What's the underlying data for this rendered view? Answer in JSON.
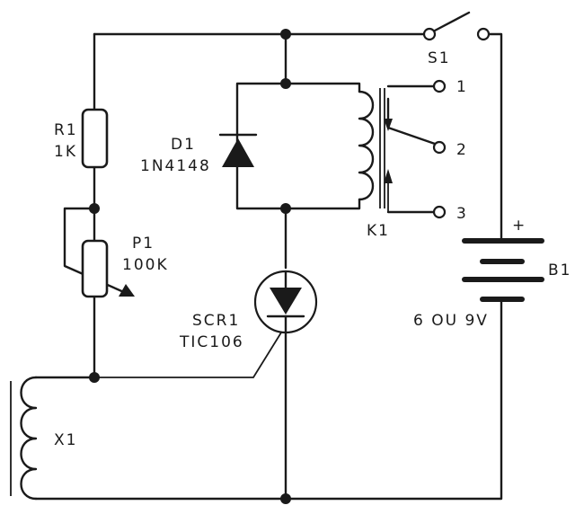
{
  "labels": {
    "r1_name": "R1",
    "r1_value": "1K",
    "p1_name": "P1",
    "p1_value": "100K",
    "d1_name": "D1",
    "d1_value": "1N4148",
    "scr_name": "SCR1",
    "scr_value": "TIC106",
    "k1_name": "K1",
    "s1_name": "S1",
    "x1_name": "X1",
    "b1_name": "B1",
    "b1_value": "6 OU 9V",
    "b1_plus": "+",
    "contact_1": "1",
    "contact_2": "2",
    "contact_3": "3"
  }
}
